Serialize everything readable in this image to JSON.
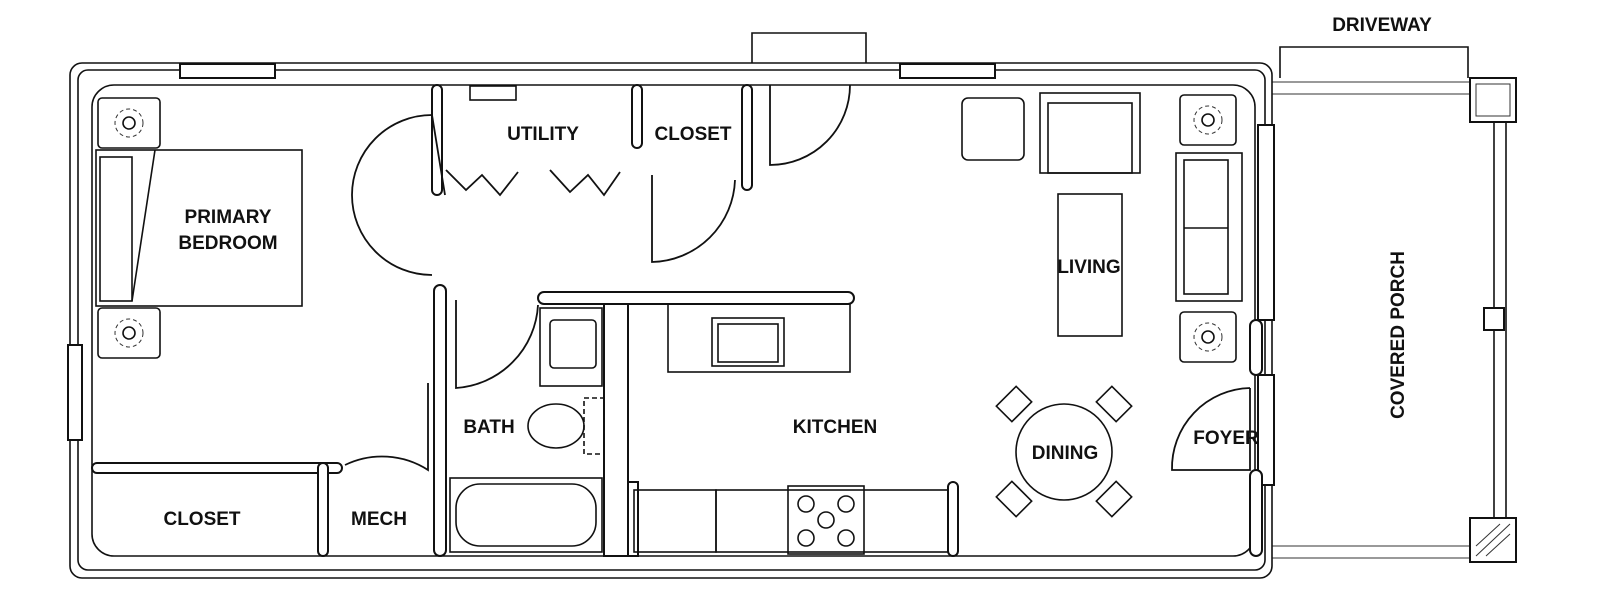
{
  "rooms": {
    "driveway": "DRIVEWAY",
    "utility": "UTILITY",
    "closet_upper": "CLOSET",
    "primary_bedroom_line1": "PRIMARY",
    "primary_bedroom_line2": "BEDROOM",
    "living": "LIVING",
    "covered_porch": "COVERED PORCH",
    "bath": "BATH",
    "kitchen": "KITCHEN",
    "dining": "DINING",
    "foyer": "FOYER",
    "closet_lower": "CLOSET",
    "mech": "MECH"
  }
}
